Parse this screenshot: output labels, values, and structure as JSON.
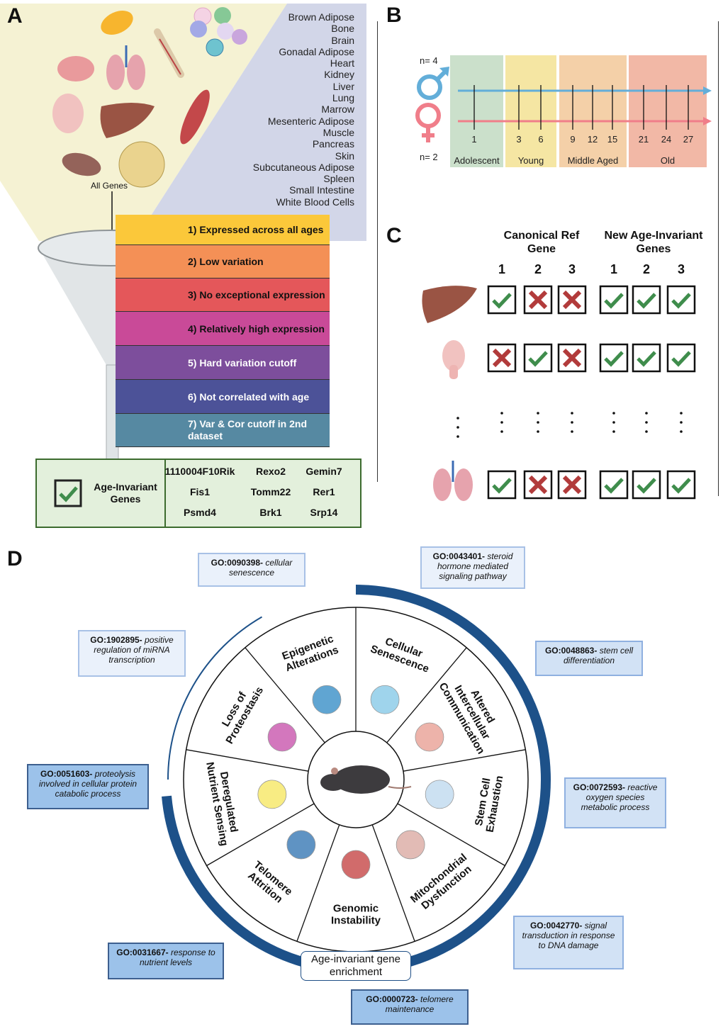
{
  "panels": {
    "a": {
      "letter": "A",
      "all_genes_label": "All Genes",
      "tissues": [
        "Brown Adipose",
        "Bone",
        "Brain",
        "Gonadal Adipose",
        "Heart",
        "Kidney",
        "Liver",
        "Lung",
        "Marrow",
        "Mesenteric Adipose",
        "Muscle",
        "Pancreas",
        "Skin",
        "Subcutaneous Adipose",
        "Spleen",
        "Small Intestine",
        "White Blood Cells"
      ],
      "filter_steps": [
        {
          "label": "1) Expressed across all ages",
          "color": "#fbc83a",
          "text_color": "#111111"
        },
        {
          "label": "2) Low variation",
          "color": "#f49056",
          "text_color": "#111111"
        },
        {
          "label": "3) No exceptional expression",
          "color": "#e4575a",
          "text_color": "#111111"
        },
        {
          "label": "4) Relatively high expression",
          "color": "#c94a98",
          "text_color": "#111111"
        },
        {
          "label": "5) Hard variation cutoff",
          "color": "#7d4e9c",
          "text_color": "#ffffff"
        },
        {
          "label": "6) Not correlated with age",
          "color": "#4c5298",
          "text_color": "#ffffff"
        },
        {
          "label": "7) Var & Cor cutoff in 2nd dataset",
          "color": "#5689a2",
          "text_color": "#ffffff"
        }
      ],
      "result": {
        "title_line1": "Age-Invariant",
        "title_line2": "Genes",
        "genes": [
          [
            "1110004F10Rik",
            "Rexo2",
            "Gemin7"
          ],
          [
            "Fis1",
            "Tomm22",
            "Rer1"
          ],
          [
            "Psmd4",
            "Brk1",
            "Srp14"
          ]
        ]
      }
    },
    "b": {
      "letter": "B",
      "male_n": "n= 4",
      "female_n": "n= 2",
      "male_color": "#63aed9",
      "female_color": "#f07e8a",
      "age_groups": [
        {
          "label": "Adolescent",
          "color": "#cbe0cb"
        },
        {
          "label": "Young",
          "color": "#f5e6a3"
        },
        {
          "label": "Middle Aged",
          "color": "#f4d0a8"
        },
        {
          "label": "Old",
          "color": "#f2b8a6"
        }
      ],
      "timepoints": [
        "1",
        "3",
        "6",
        "9",
        "12",
        "15",
        "21",
        "24",
        "27"
      ]
    },
    "c": {
      "letter": "C",
      "header_ref": "Canonical Ref Gene",
      "header_ref_l1": "Canonical Ref",
      "header_ref_l2": "Gene",
      "header_new_l1": "New Age-Invariant",
      "header_new_l2": "Genes",
      "column_numbers": [
        "1",
        "2",
        "3",
        "1",
        "2",
        "3"
      ],
      "rows": [
        {
          "tissue": "liver-icon",
          "marks": [
            "check",
            "cross",
            "cross",
            "check",
            "check",
            "check"
          ]
        },
        {
          "tissue": "brain-icon",
          "marks": [
            "cross",
            "check",
            "cross",
            "check",
            "check",
            "check"
          ]
        },
        {
          "tissue": "lung-icon",
          "marks": [
            "check",
            "cross",
            "cross",
            "check",
            "check",
            "check"
          ]
        }
      ],
      "check_color": "#3f8d4c",
      "cross_color": "#b23b3b"
    },
    "d": {
      "letter": "D",
      "center_icon": "mouse-icon",
      "enrichment_label_l1": "Age-invariant gene",
      "enrichment_label_l2": "enrichment",
      "ring_color": "#1d5189",
      "hallmarks": [
        {
          "lines": [
            "Cellular",
            "Senescence"
          ],
          "icon": "senescent-cell-icon"
        },
        {
          "lines": [
            "Altered",
            "Intercellular",
            "Communication"
          ],
          "icon": "cell-communication-icon"
        },
        {
          "lines": [
            "Stem Cell",
            "Exhaustion"
          ],
          "icon": "stem-cell-icon"
        },
        {
          "lines": [
            "Mitochondrial",
            "Dysfunction"
          ],
          "icon": "mitochondrion-icon"
        },
        {
          "lines": [
            "Genomic",
            "Instability"
          ],
          "icon": "dna-icon"
        },
        {
          "lines": [
            "Telomere",
            "Attrition"
          ],
          "icon": "chromosome-icon"
        },
        {
          "lines": [
            "Deregulated",
            "Nutrient Sensing"
          ],
          "icon": "burst-icon"
        },
        {
          "lines": [
            "Loss of",
            "Proteostasis"
          ],
          "icon": "ubiquitin-icon"
        },
        {
          "lines": [
            "Epigenetic",
            "Alterations"
          ],
          "icon": "nucleosome-icon"
        }
      ],
      "go_terms": [
        {
          "id": "GO:0090398-",
          "term": "cellular senescence",
          "shade": "light"
        },
        {
          "id": "GO:0043401-",
          "term": "steroid hormone mediated signaling pathway",
          "shade": "light"
        },
        {
          "id": "GO:1902895-",
          "term": "positive regulation of miRNA transcription",
          "shade": "light"
        },
        {
          "id": "GO:0048863-",
          "term": "stem cell differentiation",
          "shade": "mid"
        },
        {
          "id": "GO:0051603-",
          "term": "proteolysis involved in cellular protein catabolic process",
          "shade": "dark"
        },
        {
          "id": "GO:0072593-",
          "term": "reactive oxygen species metabolic process",
          "shade": "mid"
        },
        {
          "id": "GO:0042770-",
          "term": "signal transduction in response to DNA damage",
          "shade": "mid"
        },
        {
          "id": "GO:0031667-",
          "term": "response to nutrient levels",
          "shade": "dark"
        },
        {
          "id": "GO:0000723-",
          "term": "telomere maintenance",
          "shade": "dark"
        }
      ]
    }
  }
}
